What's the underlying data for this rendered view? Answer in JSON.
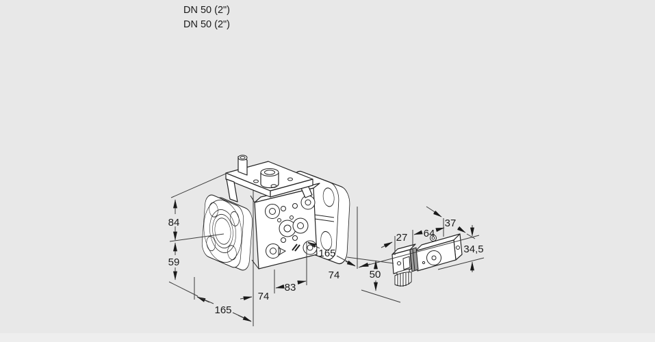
{
  "drawing": {
    "title_lines": [
      "DN 50 (2\")",
      "DN 50 (2\")"
    ],
    "colors": {
      "background": "#e8e8e8",
      "line": "#1a1a1a",
      "shade": "#9a9a9a",
      "footer_strip": "#eeeeee"
    },
    "front_view_dimensions": {
      "height_top": "84",
      "height_bottom": "59",
      "flange_width_left": "165",
      "flange_offset_left": "74",
      "body_width": "83",
      "flange_width_right": "165",
      "flange_offset_right": "74"
    },
    "side_view_dimensions": {
      "depth_back": "27",
      "body_length": "64",
      "front_offset": "37",
      "height_body": "34,5",
      "height_total": "50"
    }
  }
}
